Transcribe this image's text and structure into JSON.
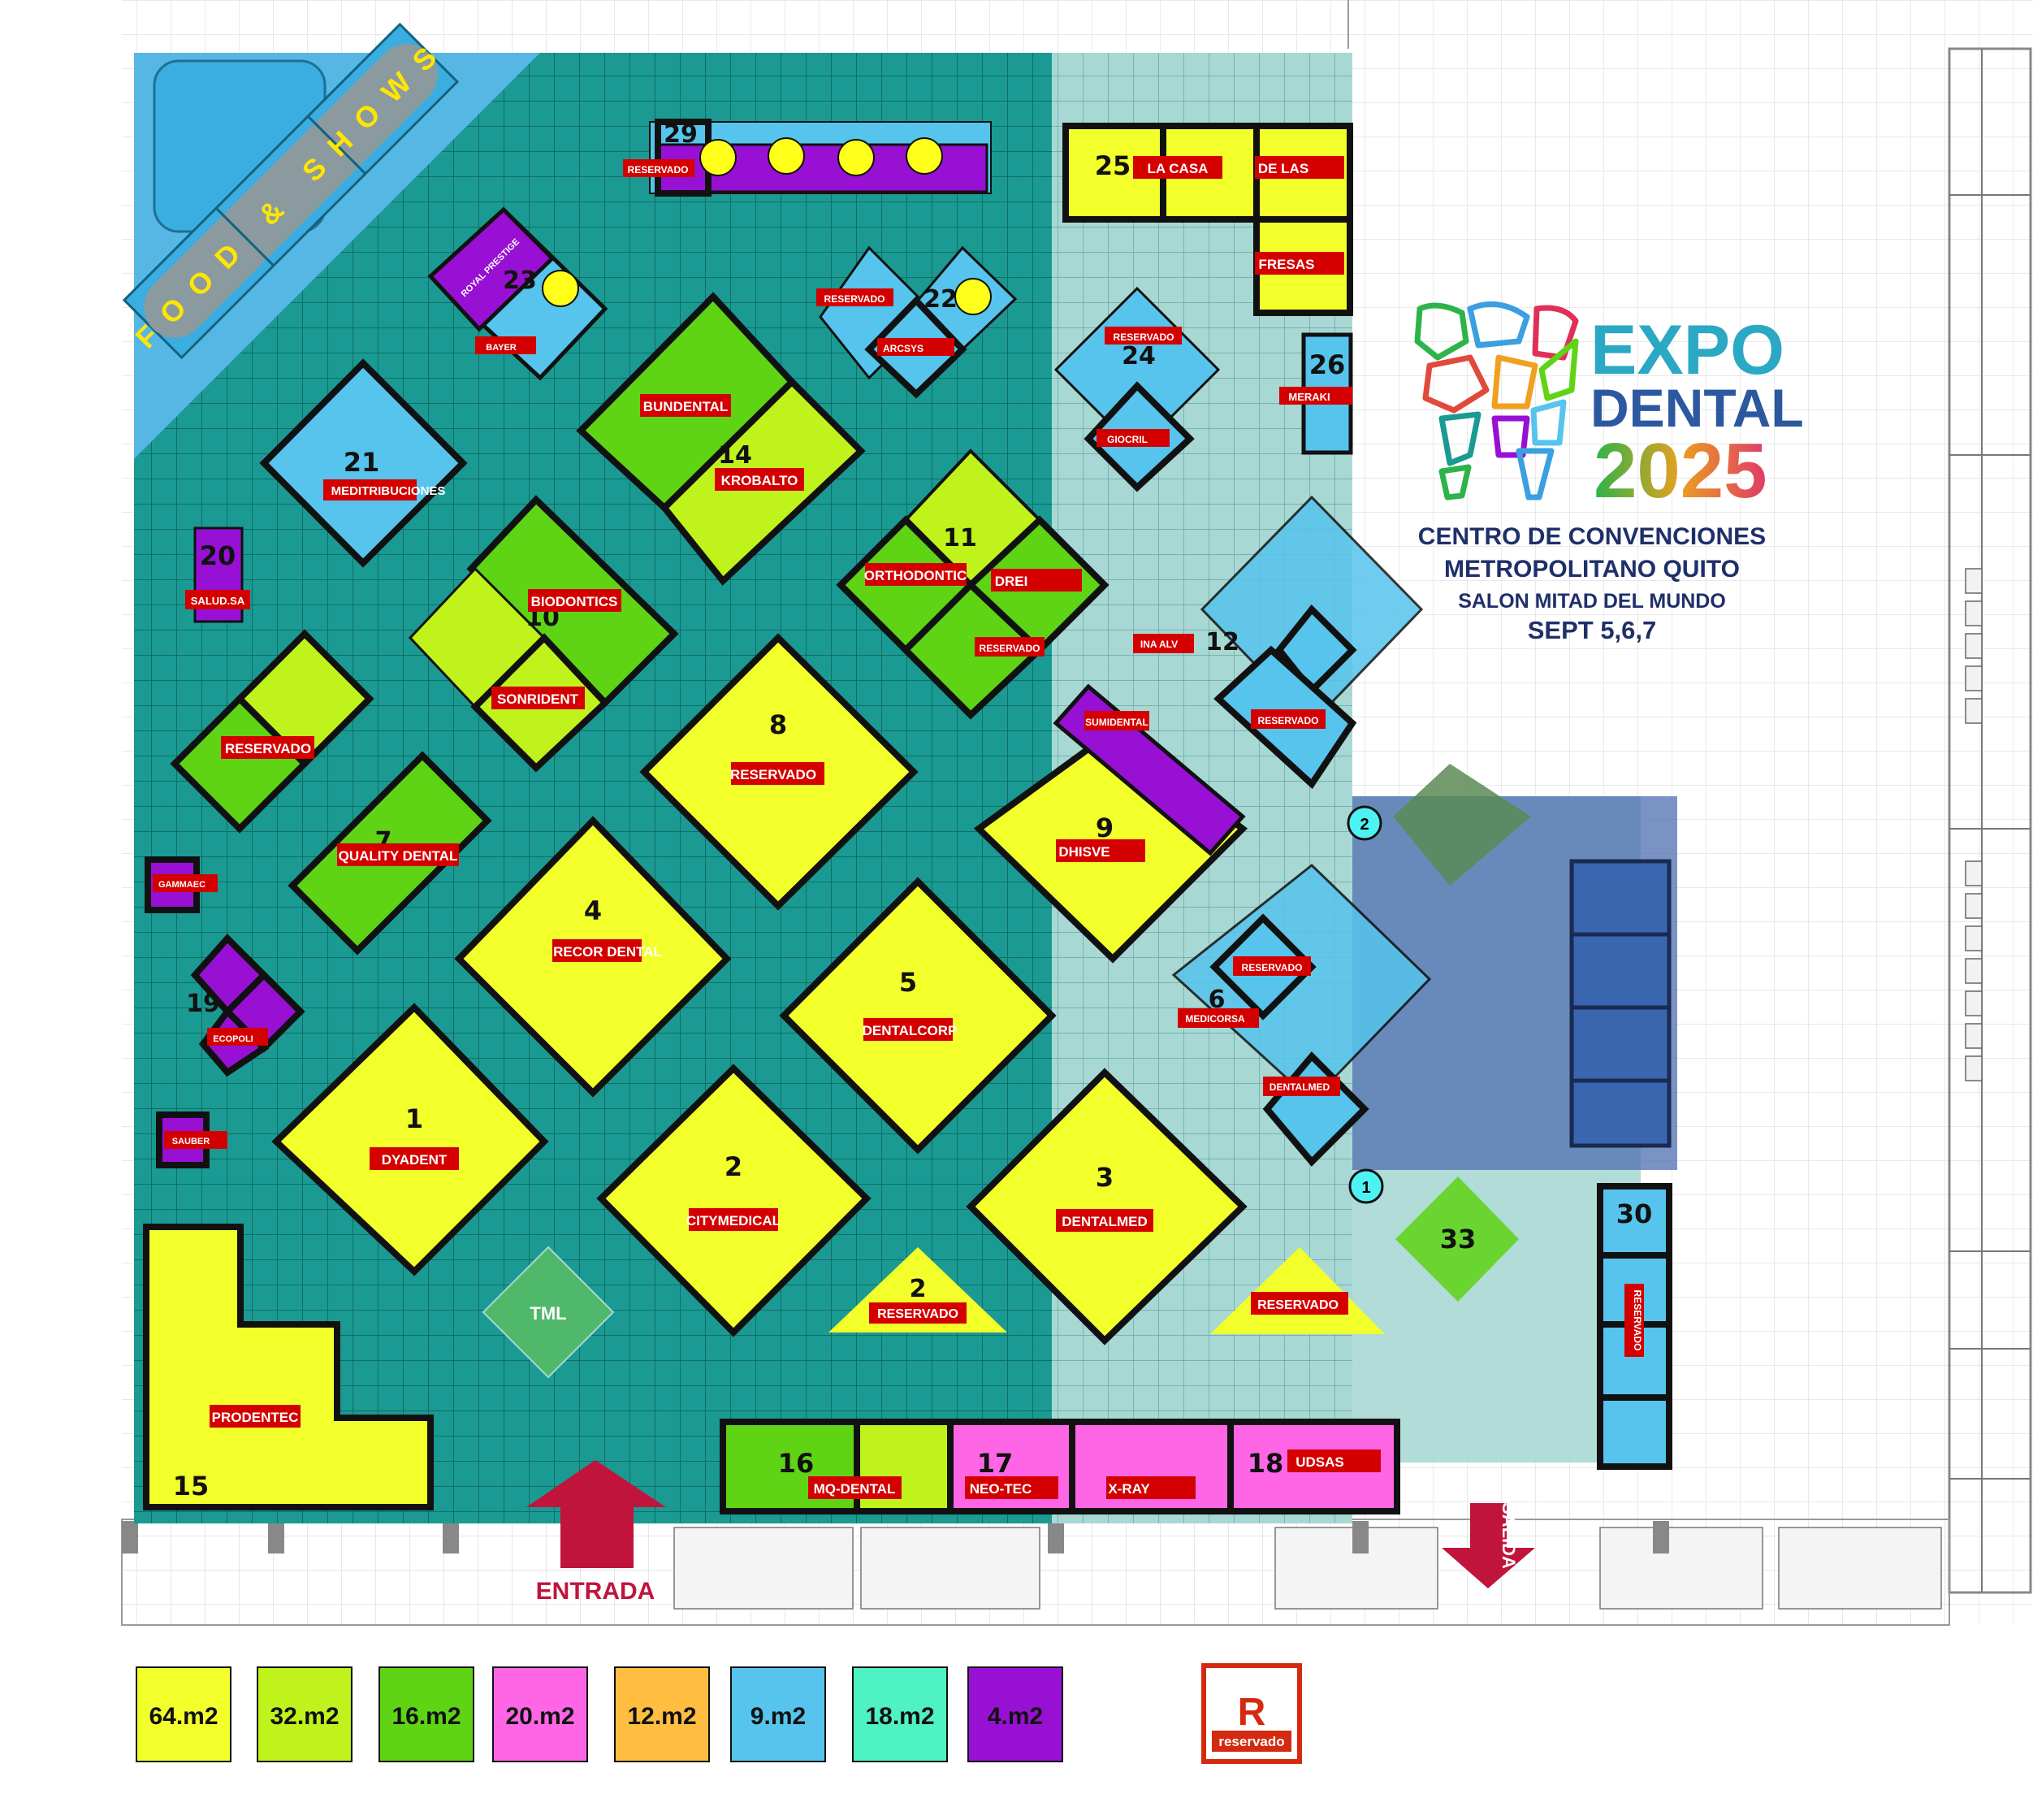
{
  "event": {
    "title_line1": "EXPO",
    "title_line2": "DENTAL",
    "year": "2025",
    "venue_line1": "CENTRO DE CONVENCIONES",
    "venue_line2": "METROPOLITANO QUITO",
    "hall": "SALON MITAD DEL MUNDO",
    "dates": "SEPT 5,6,7"
  },
  "zones": {
    "food": "FOOD & SHOWS",
    "entrance": "ENTRADA",
    "exit": "SALIDA"
  },
  "colors": {
    "floor_main": "#1a9a92",
    "floor_light": "#a8d8d4",
    "size_64": "#f2ff2a",
    "size_32": "#c0f21c",
    "size_16": "#5ed414",
    "size_20": "#ff66e6",
    "size_12": "#ffbe40",
    "size_9": "#56c4ec",
    "size_18": "#4ff2c2",
    "size_4": "#9810d4",
    "tag_red": "#d40000",
    "entrance_red": "#c0143c",
    "stage_blue": "#3aaee0"
  },
  "booths": [
    {
      "num": "1",
      "tag": "DYADENT"
    },
    {
      "num": "2",
      "tag": "CITYMEDICAL"
    },
    {
      "num": "3",
      "tag": "DENTALMED"
    },
    {
      "num": "4",
      "tag": "RECOR DENTAL"
    },
    {
      "num": "5",
      "tag": "DENTALCORP"
    },
    {
      "num": "6",
      "tag": "MEDICORSA"
    },
    {
      "num": "7",
      "tag": "QUALITY DENTAL"
    },
    {
      "num": "8",
      "tag": "RESERVADO"
    },
    {
      "num": "9",
      "tag": "DHISVE"
    },
    {
      "num": "10",
      "tag": "BIODONTICS"
    },
    {
      "num": "11",
      "tag": "ORTHODONTIC"
    },
    {
      "num": "12",
      "tag": "INA ALV"
    },
    {
      "num": "14",
      "tag": "BUNDENTAL"
    },
    {
      "num": "15",
      "tag": "PRODENTEC"
    },
    {
      "num": "16",
      "tag": "MQ-DENTAL"
    },
    {
      "num": "17",
      "tag": "NEO-TEC"
    },
    {
      "num": "18",
      "tag": "UDSAS"
    },
    {
      "num": "19",
      "tag": "ECOPOLI"
    },
    {
      "num": "20",
      "tag": "SALUD.SA"
    },
    {
      "num": "21",
      "tag": "MEDITRIBUCIONES"
    },
    {
      "num": "22",
      "tag": "ARCSYS"
    },
    {
      "num": "23",
      "tag": "BAYER"
    },
    {
      "num": "24",
      "tag": "GIOCRIL"
    },
    {
      "num": "25",
      "tag": "LA CASA"
    },
    {
      "num": "26",
      "tag": "MERAKI"
    },
    {
      "num": "29",
      "tag": "RESERVADO"
    },
    {
      "num": "30",
      "tag": "RESERVADO"
    },
    {
      "num": "33",
      "tag": ""
    }
  ],
  "extra_tags": {
    "krobalto": "KROBALTO",
    "sonrident": "SONRIDENT",
    "drei": "DREI",
    "reservado": "RESERVADO",
    "sumidental": "SUMIDENTAL",
    "gammaec": "GAMMAEC",
    "sauber": "SAUBER",
    "royal": "ROYAL PRESTIGE",
    "x_ray": "X-RAY",
    "de_las": "DE LAS",
    "fresas": "FRESAS",
    "dentalmed_small": "DENTALMED",
    "tml": "TML"
  },
  "legend": [
    {
      "label": "64.m2",
      "color": "#f2ff2a"
    },
    {
      "label": "32.m2",
      "color": "#c0f21c"
    },
    {
      "label": "16.m2",
      "color": "#5ed414"
    },
    {
      "label": "20.m2",
      "color": "#ff66e6"
    },
    {
      "label": "12.m2",
      "color": "#ffbe40"
    },
    {
      "label": "9.m2",
      "color": "#56c4ec"
    },
    {
      "label": "18.m2",
      "color": "#4ff2c2"
    },
    {
      "label": "4.m2",
      "color": "#9810d4"
    }
  ],
  "reserved_badge": {
    "letter": "R",
    "text": "reservado"
  }
}
